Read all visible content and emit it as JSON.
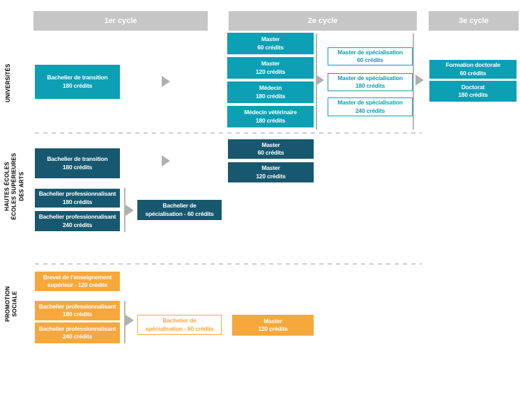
{
  "palette": {
    "teal": "#0d9fb4",
    "dark_teal": "#17586f",
    "orange": "#f6a83d",
    "header_bg": "#c6c6c6",
    "header_text": "#ffffff",
    "arrow": "#b0b0b0",
    "separator": "#b5b5b5",
    "dashed": "#cccccc"
  },
  "headers": {
    "cycle1": "1er cycle",
    "cycle2": "2e cycle",
    "cycle3": "3e cycle"
  },
  "rows": {
    "universites": {
      "label": "UNIVERSITÉS",
      "boxes": {
        "bachelier_transition": {
          "line1": "Bachelier de transition",
          "line2": "180 crédits"
        },
        "master_60": {
          "line1": "Master",
          "line2": "60 crédits"
        },
        "master_120": {
          "line1": "Master",
          "line2": "120 crédits"
        },
        "medecin": {
          "line1": "Médecin",
          "line2": "180 crédits"
        },
        "medecin_veterinaire": {
          "line1": "Médecin vétérinaire",
          "line2": "180 crédits"
        },
        "master_specialisation_60": {
          "line1": "Master de spécialisation",
          "line2": "60 crédits"
        },
        "master_specialisation_180": {
          "line1": "Master de spécialisation",
          "line2": "180 crédits"
        },
        "master_specialisation_240": {
          "line1": "Master de spécialisation",
          "line2": "240 crédits"
        },
        "formation_doctorale": {
          "line1": "Formation doctorale",
          "line2": "60 crédits"
        },
        "doctorat": {
          "line1": "Doctorat",
          "line2": "180 crédits"
        }
      }
    },
    "hautes_ecoles": {
      "label": "HAUTES ÉCOLES\nÉCOLES SUPÉRIEURES\nDES ARTS",
      "boxes": {
        "bachelier_transition": {
          "line1": "Bachelier de transition",
          "line2": "180 crédits"
        },
        "bachelier_professionnalisant_180": {
          "line1": "Bachelier professionnalisant",
          "line2": "180 crédits"
        },
        "bachelier_professionnalisant_240": {
          "line1": "Bachelier professionnalisant",
          "line2": "240 crédits"
        },
        "bachelier_specialisation": {
          "line1": "Bachelier de",
          "line2": "spécialisation - 60 crédits"
        },
        "master_60": {
          "line1": "Master",
          "line2": "60 crédits"
        },
        "master_120": {
          "line1": "Master",
          "line2": "120 crédits"
        }
      }
    },
    "promotion_sociale": {
      "label": "PROMOTION\nSOCIALE",
      "boxes": {
        "brevet_enseignement_superieur": {
          "line1": "Brevet de l’enseignement",
          "line2": "supérieur - 120 crédits"
        },
        "bachelier_professionnalisant_180": {
          "line1": "Bachelier professionnalisant",
          "line2": "180 crédits"
        },
        "bachelier_professionnalisant_240": {
          "line1": "Bachelier professionnalisant",
          "line2": "240 crédits"
        },
        "bachelier_specialisation": {
          "line1": "Bachelier de",
          "line2": "spécialisation - 60 crédits"
        },
        "master_120": {
          "line1": "Master",
          "line2": "120 crédits"
        }
      }
    }
  }
}
